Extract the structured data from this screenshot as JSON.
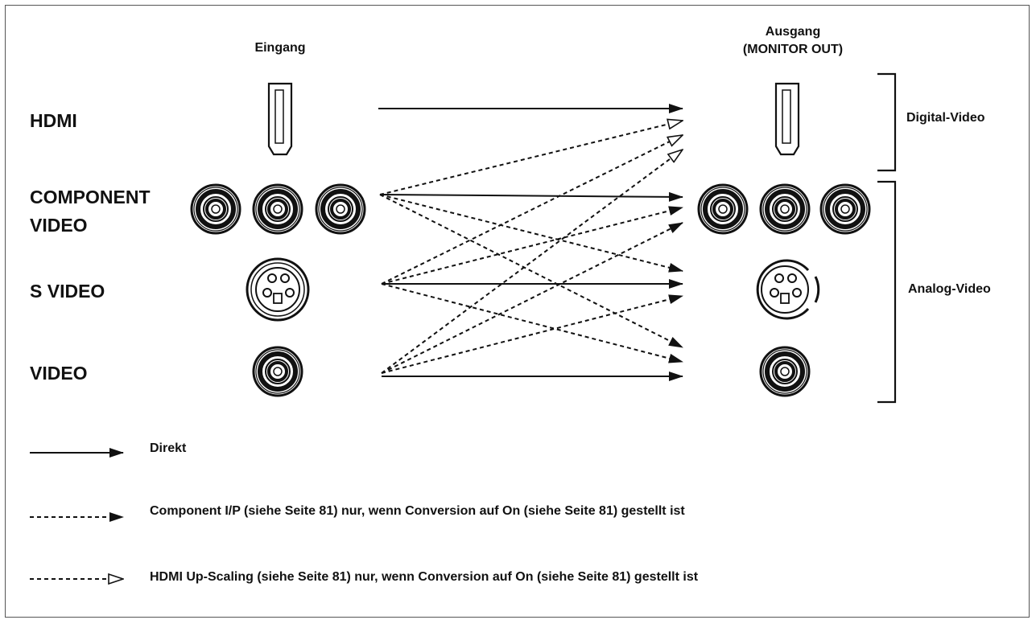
{
  "headers": {
    "input": "Eingang",
    "output_line1": "Ausgang",
    "output_line2": "(MONITOR OUT)"
  },
  "rows": {
    "hdmi": "HDMI",
    "component_line1": "COMPONENT",
    "component_line2": "VIDEO",
    "svideo": "S VIDEO",
    "video": "VIDEO"
  },
  "groups": {
    "digital": "Digital-Video",
    "analog": "Analog-Video"
  },
  "legend": {
    "direct": "Direkt",
    "component_ip": "Component I/P (siehe Seite 81) nur, wenn Conversion auf On (siehe Seite 81) gestellt ist",
    "hdmi_upscaling": "HDMI Up-Scaling (siehe Seite 81) nur, wenn Conversion auf On (siehe Seite 81) gestellt ist"
  },
  "connections": [
    {
      "from": "hdmi",
      "to": "hdmi",
      "style": "solid"
    },
    {
      "from": "component",
      "to": "hdmi",
      "style": "dashed-hollow"
    },
    {
      "from": "svideo",
      "to": "hdmi",
      "style": "dashed-hollow"
    },
    {
      "from": "video",
      "to": "hdmi",
      "style": "dashed-hollow"
    },
    {
      "from": "component",
      "to": "component",
      "style": "solid"
    },
    {
      "from": "svideo",
      "to": "component",
      "style": "dashed-filled"
    },
    {
      "from": "video",
      "to": "component",
      "style": "dashed-filled"
    },
    {
      "from": "component",
      "to": "svideo",
      "style": "dashed-filled"
    },
    {
      "from": "svideo",
      "to": "svideo",
      "style": "solid"
    },
    {
      "from": "video",
      "to": "svideo",
      "style": "dashed-filled"
    },
    {
      "from": "component",
      "to": "video",
      "style": "dashed-filled"
    },
    {
      "from": "svideo",
      "to": "video",
      "style": "dashed-filled"
    },
    {
      "from": "video",
      "to": "video",
      "style": "solid"
    }
  ]
}
